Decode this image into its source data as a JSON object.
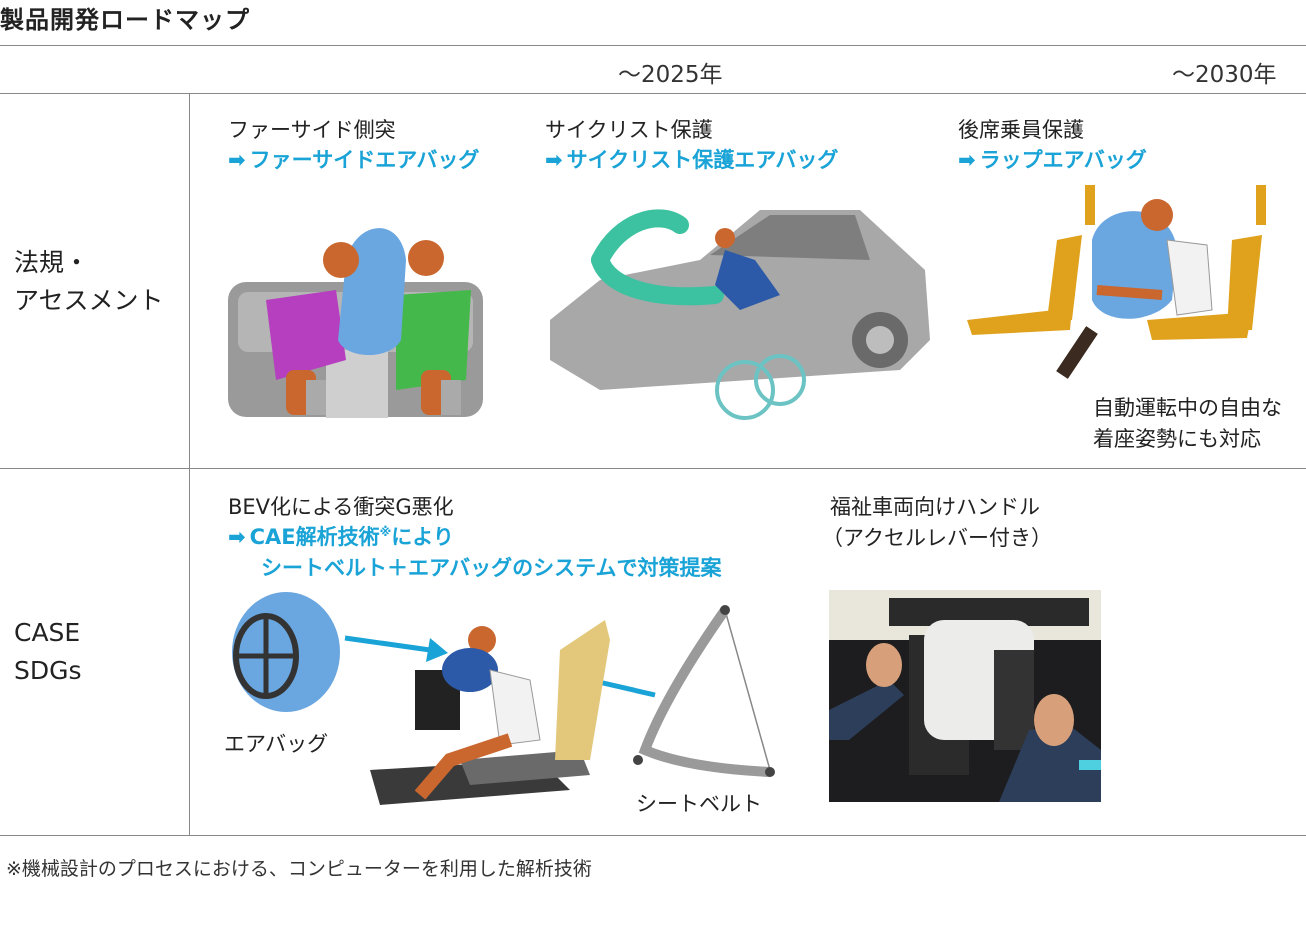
{
  "title": "製品開発ロードマップ",
  "years": {
    "y2025": "～2025年",
    "y2030": "～2030年"
  },
  "rows": {
    "regulation": "法規・\nアセスメント",
    "case": "CASE\nSDGs"
  },
  "items": {
    "farside": {
      "title": "ファーサイド側突",
      "solution": "ファーサイドエアバッグ"
    },
    "cyclist": {
      "title": "サイクリスト保護",
      "solution": "サイクリスト保護エアバッグ"
    },
    "rear": {
      "title": "後席乗員保護",
      "solution": "ラップエアバッグ",
      "note_line1": "自動運転中の自由な",
      "note_line2": "着座姿勢にも対応"
    },
    "bev": {
      "title": "BEV化による衝突G悪化",
      "solution_line1": "CAE解析技術",
      "solution_mark": "※",
      "solution_line1b": "により",
      "solution_line2": "シートベルト＋エアバッグのシステムで対策提案",
      "label_airbag": "エアバッグ",
      "label_belt": "シートベルト"
    },
    "handle": {
      "title_line1": "福祉車両向けハンドル",
      "title_line2": "（アクセルレバー付き）"
    }
  },
  "footnote": "※機械設計のプロセスにおける、コンピューターを利用した解析技術",
  "icons": {
    "arrow": "arrow-right-icon"
  },
  "colors": {
    "accent": "#1aa3d6",
    "line": "#888888"
  }
}
